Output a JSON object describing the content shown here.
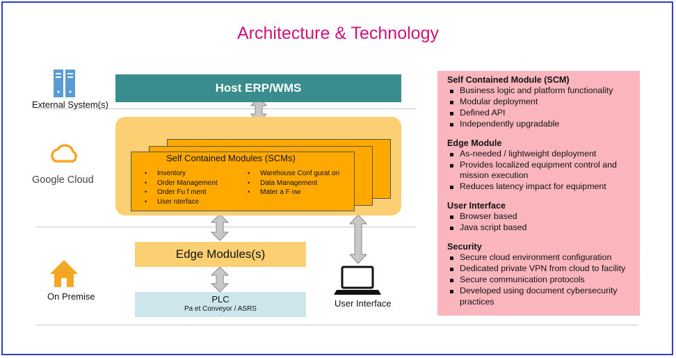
{
  "title": "Architecture & Technology",
  "tiers": {
    "external": "External System(s)",
    "cloud": "Google Cloud",
    "premise": "On Premise"
  },
  "icons": {
    "external": "server-rack-icon",
    "cloud": "google-cloud-icon",
    "premise": "house-icon",
    "ui": "laptop-icon"
  },
  "diagram": {
    "host": "Host  ERP/WMS",
    "scm_title": "Self Contained Modules (SCMs)",
    "scm_left": [
      "Inventory",
      "Order Management",
      "Order Fu f ment",
      "User nterface"
    ],
    "scm_right": [
      "Warehouse Conf gurat on",
      "Data Management",
      "Mater a  F ow"
    ],
    "edge": "Edge Modules(s)",
    "plc_title": "PLC",
    "plc_sub": "Pa  et Conveyor / ASRS",
    "ui_label": "User Interface"
  },
  "panel": {
    "sections": [
      {
        "heading": "Self Contained Module (SCM)",
        "items": [
          "Business logic and platform functionality",
          "Modular deployment",
          "Defined API",
          "Independently upgradable"
        ]
      },
      {
        "heading": "Edge Module",
        "items": [
          "As-needed / lightweight deployment",
          "Provides localized equipment control and mission execution",
          "Reduces latency impact for equipment"
        ]
      },
      {
        "heading": "User Interface",
        "items": [
          "Browser based",
          "Java script based"
        ]
      },
      {
        "heading": "Security",
        "items": [
          "Secure cloud environment configuration",
          "Dedicated private VPN from cloud to facility",
          "Secure communication protocols",
          "Developed using document cybersecurity practices"
        ]
      }
    ]
  },
  "colors": {
    "title": "#d1127c",
    "host": "#3a8d8e",
    "cloud_box": "#fcd072",
    "scm_sheet": "#ffa800",
    "plc": "#cde6ec",
    "panel": "#fbb6bd",
    "icon_orange": "#f5a623",
    "server_blue": "#5a9bd5"
  }
}
